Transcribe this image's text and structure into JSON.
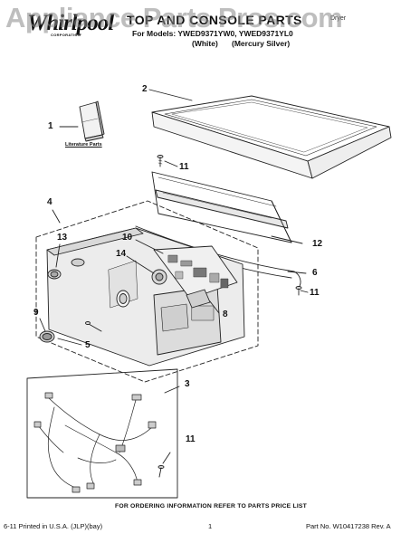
{
  "watermark": "Appliance Parts Pros.com",
  "header": {
    "logo_text": "Whirlpool",
    "logo_sub": "CORPORATION",
    "title": "TOP AND CONSOLE PARTS",
    "models_line": "For Models: YWED9371YW0, YWED9371YL0",
    "variant_white": "(White)",
    "variant_silver": "(Mercury Silver)",
    "right_text": "Dryer"
  },
  "literature_label": "Literature Parts",
  "callouts": [
    "1",
    "2",
    "11",
    "4",
    "13",
    "10",
    "14",
    "12",
    "6",
    "11",
    "8",
    "9",
    "5",
    "3",
    "11"
  ],
  "footer": {
    "note": "FOR ORDERING INFORMATION REFER TO PARTS PRICE LIST",
    "left": "6-11 Printed in U.S.A. (JLP)(bay)",
    "page": "1",
    "right": "Part No. W10417238 Rev. A"
  },
  "colors": {
    "line": "#222222",
    "watermark": "#8a8a8a"
  }
}
